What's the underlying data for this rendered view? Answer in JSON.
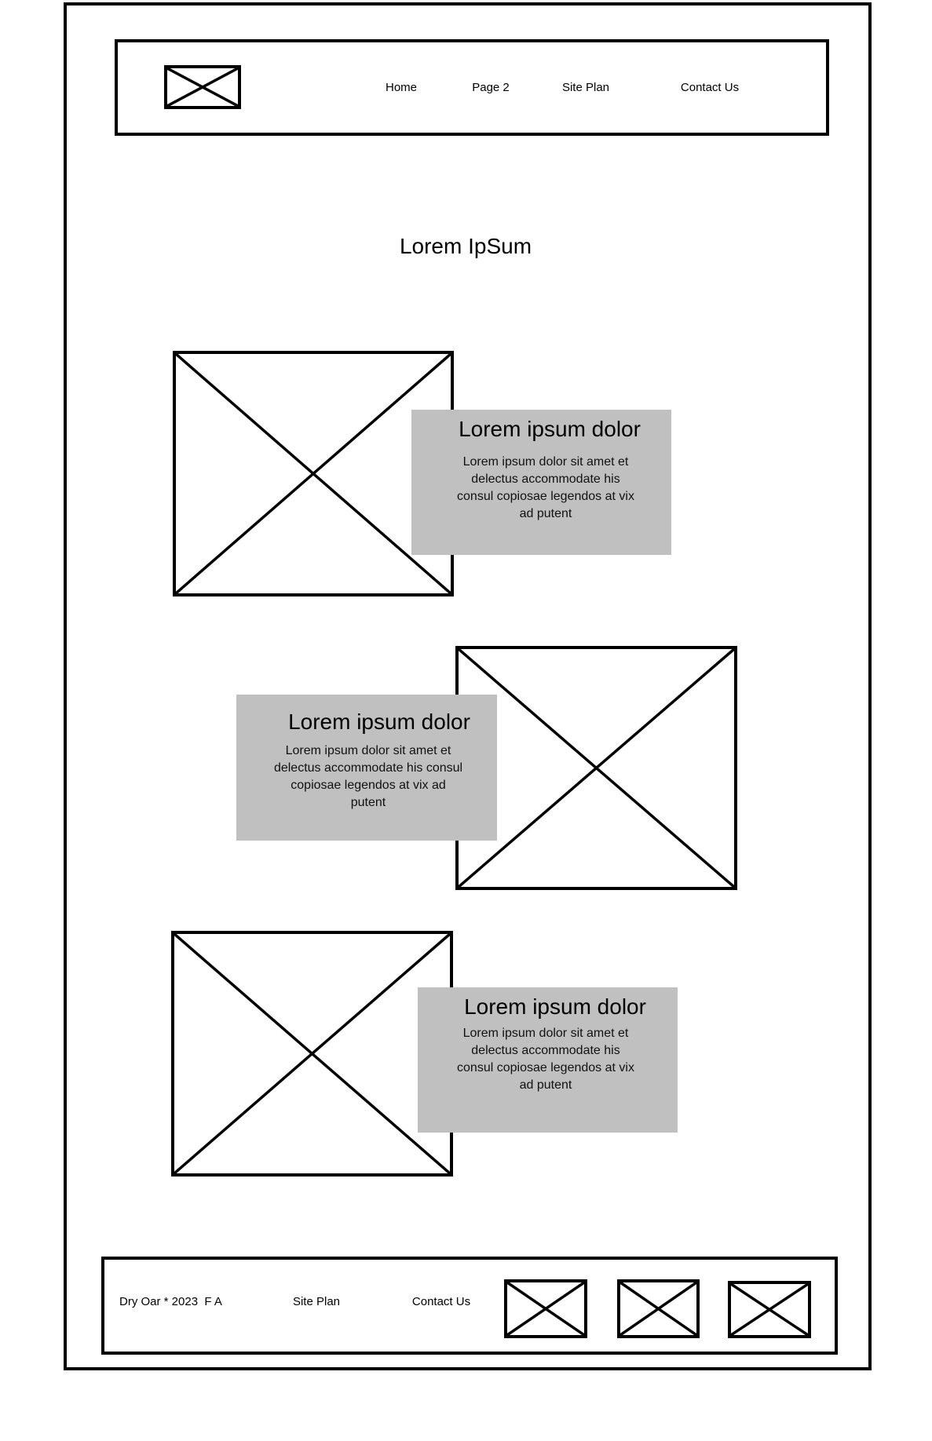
{
  "header": {
    "logo": {
      "icon": "image-placeholder-icon"
    },
    "nav": [
      {
        "label": "Home"
      },
      {
        "label": "Page 2"
      },
      {
        "label": "Site Plan"
      },
      {
        "label": "Contact Us"
      }
    ]
  },
  "main": {
    "title": "Lorem IpSum",
    "features": [
      {
        "image_icon": "image-placeholder-icon",
        "heading": "Lorem ipsum dolor",
        "body_lines": [
          "Lorem ipsum dolor sit amet et",
          "delectus accommodate his",
          "consul copiosae legendos at vix",
          "ad putent"
        ]
      },
      {
        "image_icon": "image-placeholder-icon",
        "heading": "Lorem ipsum dolor",
        "body_lines": [
          "Lorem ipsum dolor sit amet et",
          "delectus accommodate his consul",
          "copiosae legendos at vix ad",
          "putent"
        ]
      },
      {
        "image_icon": "image-placeholder-icon",
        "heading": "Lorem ipsum dolor",
        "body_lines": [
          "Lorem ipsum dolor sit amet et",
          "delectus accommodate his",
          "consul copiosae legendos at vix",
          "ad putent"
        ]
      }
    ]
  },
  "footer": {
    "copyright": "Dry Oar * 2023  F A",
    "links": [
      {
        "label": "Site Plan"
      },
      {
        "label": "Contact Us"
      }
    ],
    "social_icons": [
      "image-placeholder-icon",
      "image-placeholder-icon",
      "image-placeholder-icon"
    ]
  },
  "colors": {
    "card_background": "#c0c0c0",
    "outline": "#000000",
    "text": "#000000"
  }
}
